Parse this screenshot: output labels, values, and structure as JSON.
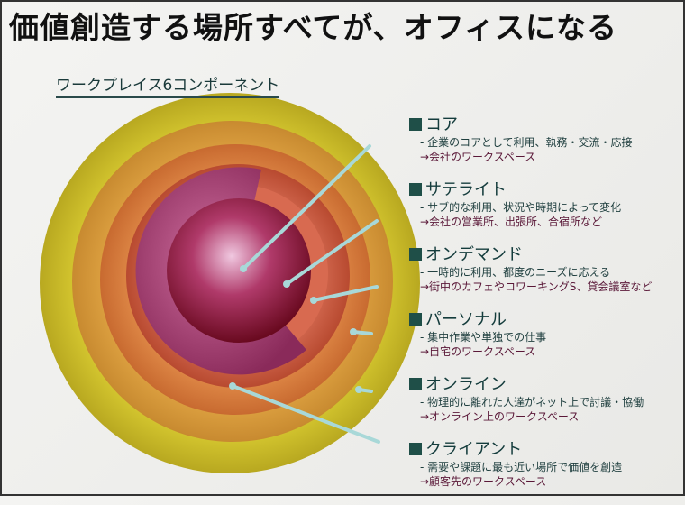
{
  "title": "価値創造する場所すべてが、オフィスになる",
  "subtitle": "ワークプレイス6コンポーネント",
  "colors": {
    "outer_ring": "#cfc22a",
    "ring2": "#d99a3a",
    "ring3": "#d8783a",
    "ring4": "#c85a3a",
    "core_sector": "#a83a6a",
    "core_sphere": "#8a1030",
    "text_heading": "#143c3c",
    "text_result": "#5a1838"
  },
  "components": [
    {
      "name": "コア",
      "desc": "- 企業のコアとして利用、執務・交流・応接",
      "result": "→会社のワークスペース"
    },
    {
      "name": "サテライト",
      "desc": "- サブ的な利用、状況や時期によって変化",
      "result": "→会社の営業所、出張所、合宿所など"
    },
    {
      "name": "オンデマンド",
      "desc": "- 一時的に利用、都度のニーズに応える",
      "result": "→街中のカフェやコワーキングS、貸会議室など"
    },
    {
      "name": "パーソナル",
      "desc": "- 集中作業や単独での仕事",
      "result": "→自宅のワークスペース"
    },
    {
      "name": "オンライン",
      "desc": "- 物理的に離れた人達がネット上で討議・協働",
      "result": "→オンライン上のワークスペース"
    },
    {
      "name": "クライアント",
      "desc": "- 需要や課題に最も近い場所で価値を創造",
      "result": "→顧客先のワークスペース"
    }
  ]
}
